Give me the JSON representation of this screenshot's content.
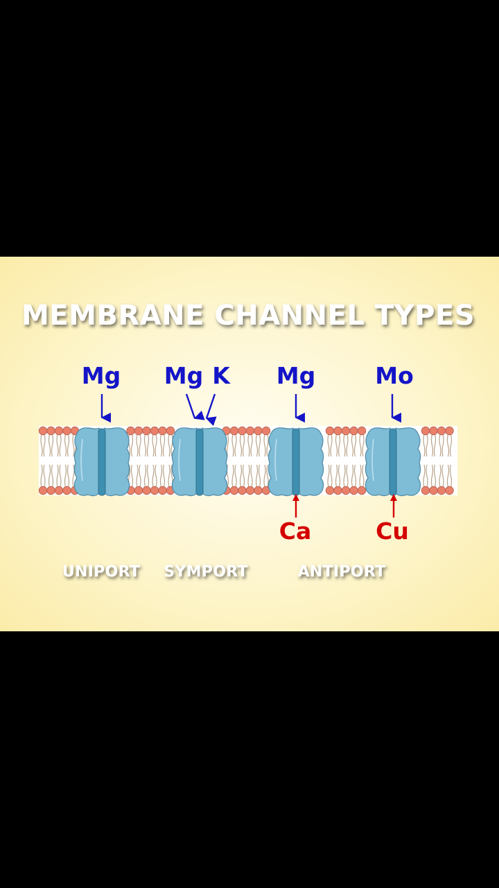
{
  "title": "MEMBRANE CHANNEL TYPES",
  "labels": {
    "uniport": "UNIPORT",
    "symport": "SYMPORT",
    "antiport": "ANTIPORT"
  },
  "ions": {
    "uniport_top": "Mg",
    "symport_top_1": "Mg",
    "symport_top_2": "K",
    "antiport1_top": "Mg",
    "antiport1_bottom": "Ca",
    "antiport2_top": "Mo",
    "antiport2_bottom": "Cu"
  },
  "colors": {
    "ion_in": "#1414c8",
    "ion_out": "#d40000",
    "lipid_head": "#e8806a",
    "channel": "#7fbcd6",
    "backdrop": "#fdf4c8"
  }
}
